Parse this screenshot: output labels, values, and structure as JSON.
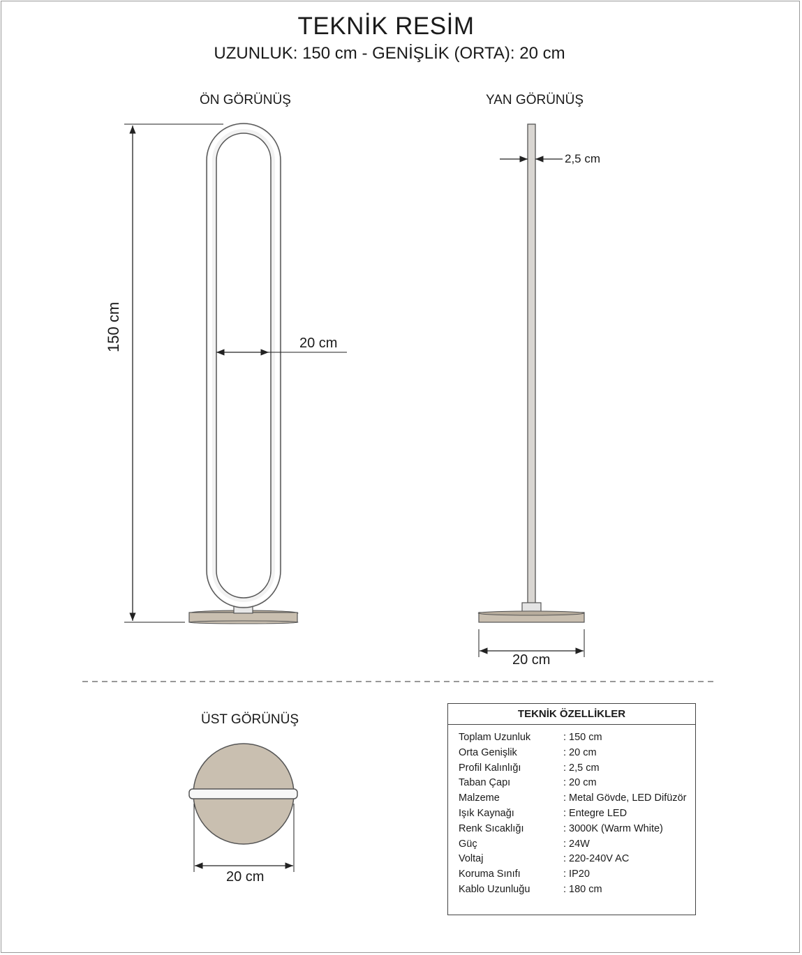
{
  "header": {
    "title": "TEKNİK RESİM",
    "subtitle": "UZUNLUK: 150 cm - GENİŞLİK (ORTA): 20 cm"
  },
  "views": {
    "front": {
      "label": "ÖN GÖRÜNÜŞ",
      "height_dim": "150 cm",
      "width_dim": "20 cm"
    },
    "side": {
      "label": "YAN GÖRÜNÜŞ",
      "profile_dim": "2,5 cm",
      "base_dim": "20 cm"
    },
    "top": {
      "label": "ÜST GÖRÜNÜŞ",
      "base_dim": "20 cm"
    }
  },
  "specs": {
    "title": "TEKNİK ÖZELLİKLER",
    "rows": [
      {
        "label": "Toplam Uzunluk",
        "value": ": 150 cm"
      },
      {
        "label": "Orta Genişlik",
        "value": ": 20 cm"
      },
      {
        "label": "Profil Kalınlığı",
        "value": ": 2,5 cm"
      },
      {
        "label": "Taban Çapı",
        "value": ": 20 cm"
      },
      {
        "label": "Malzeme",
        "value": ": Metal Gövde, LED Difüzör"
      },
      {
        "label": "Işık Kaynağı",
        "value": ": Entegre LED"
      },
      {
        "label": "Renk Sıcaklığı",
        "value": ": 3000K (Warm White)"
      },
      {
        "label": "Güç",
        "value": ": 24W"
      },
      {
        "label": "Voltaj",
        "value": ": 220-240V AC"
      },
      {
        "label": "Koruma Sınıfı",
        "value": ": IP20"
      },
      {
        "label": "Kablo Uzunluğu",
        "value": ": 180 cm"
      }
    ]
  },
  "colors": {
    "base": "#c9bfb0",
    "frame_outline": "#555555",
    "led": "#ffffff",
    "dim_line": "#222222"
  }
}
